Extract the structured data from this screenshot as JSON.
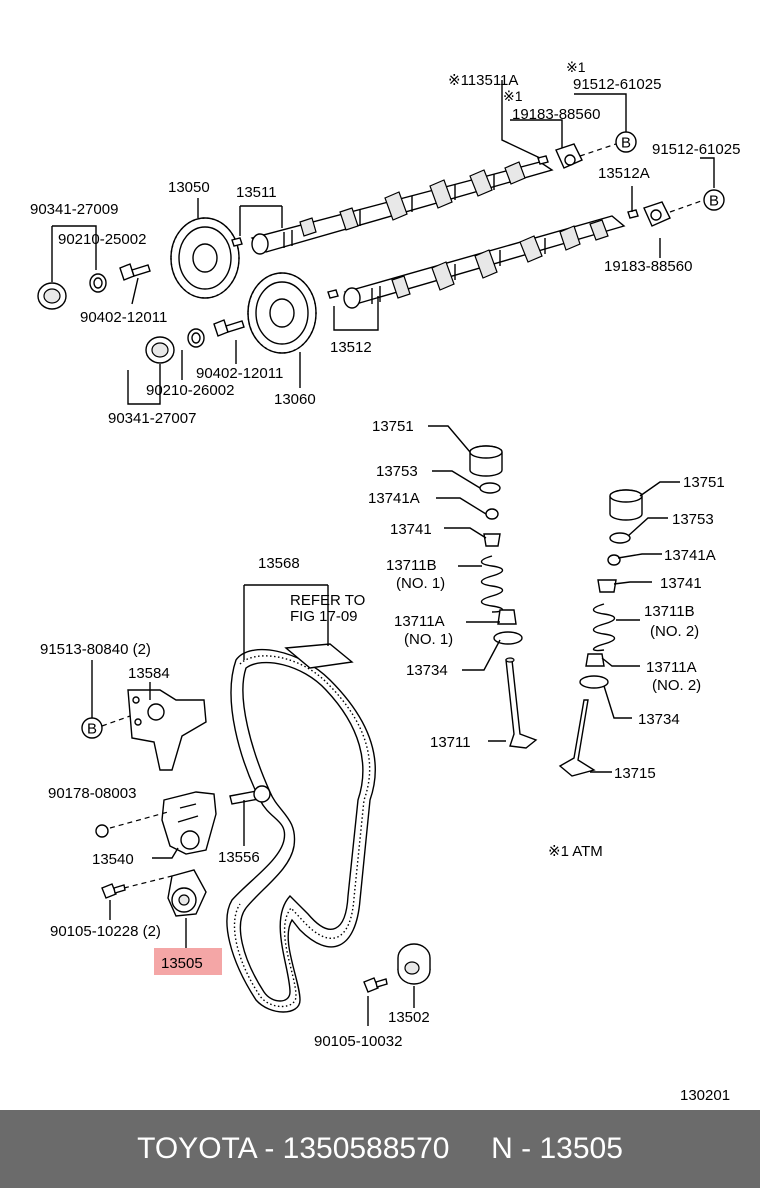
{
  "labels": {
    "p113511a": "※113511A",
    "p1_a": "※1",
    "p91512_top": "91512-61025",
    "p1_b": "※1",
    "p19183_top": "19183-88560",
    "p91512_right": "91512-61025",
    "p13512a": "13512A",
    "p19183_right": "19183-88560",
    "p13050": "13050",
    "p13511": "13511",
    "p90341_27009": "90341-27009",
    "p90210_25002": "90210-25002",
    "p90402_a": "90402-12011",
    "p90402_b": "90402-12011",
    "p90210_26002": "90210-26002",
    "p90341_27007": "90341-27007",
    "p13060": "13060",
    "p13512": "13512",
    "l13751": "13751",
    "l13753": "13753",
    "l13741a": "13741A",
    "l13741": "13741",
    "l13711b": "13711B",
    "l13711b_no": "(NO. 1)",
    "l13711a": "13711A",
    "l13711a_no": "(NO. 1)",
    "l13734": "13734",
    "l13711": "13711",
    "r13751": "13751",
    "r13753": "13753",
    "r13741a": "13741A",
    "r13741": "13741",
    "r13711b": "13711B",
    "r13711b_no": "(NO. 2)",
    "r13711a": "13711A",
    "r13711a_no": "(NO. 2)",
    "r13734": "13734",
    "r13715": "13715",
    "p13568": "13568",
    "refer1": "REFER TO",
    "refer2": "FIG 17-09",
    "p91513": "91513-80840 (2)",
    "p13584": "13584",
    "p90178": "90178-08003",
    "p13540": "13540",
    "p13556": "13556",
    "p90105_10228": "90105-10228 (2)",
    "p13505": "13505",
    "p13502": "13502",
    "p90105_10032": "90105-10032",
    "atm": "※1  ATM",
    "fig": "130201"
  },
  "circle_marker": "B",
  "highlight_color": "#f4a6a6",
  "footer": {
    "text": "TOYOTA - 1350588570     N - 13505"
  }
}
